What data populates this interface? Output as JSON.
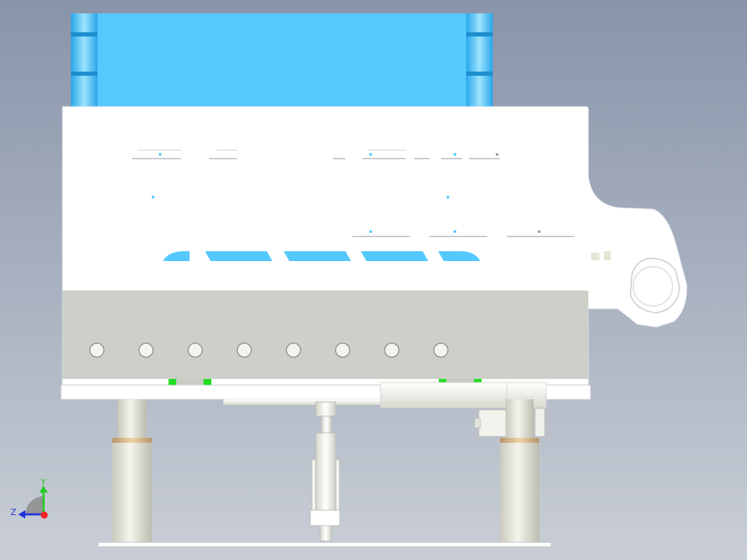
{
  "viewport": {
    "background_top": "#8894aa",
    "background_bottom": "#c9ced6"
  },
  "model": {
    "fixture_color": "#55c8fe",
    "body_color": "#ffffff",
    "plate_color": "#ccd0c8",
    "pillar_color": "#e6e6dc",
    "collar_color": "#d2b482",
    "marker_color": "#22dd22",
    "hole_count": 8
  },
  "triad": {
    "y_label": "Y",
    "z_label": "Z",
    "y_color": "#22cc22",
    "z_color": "#2233dd",
    "x_color": "#ee2222"
  }
}
